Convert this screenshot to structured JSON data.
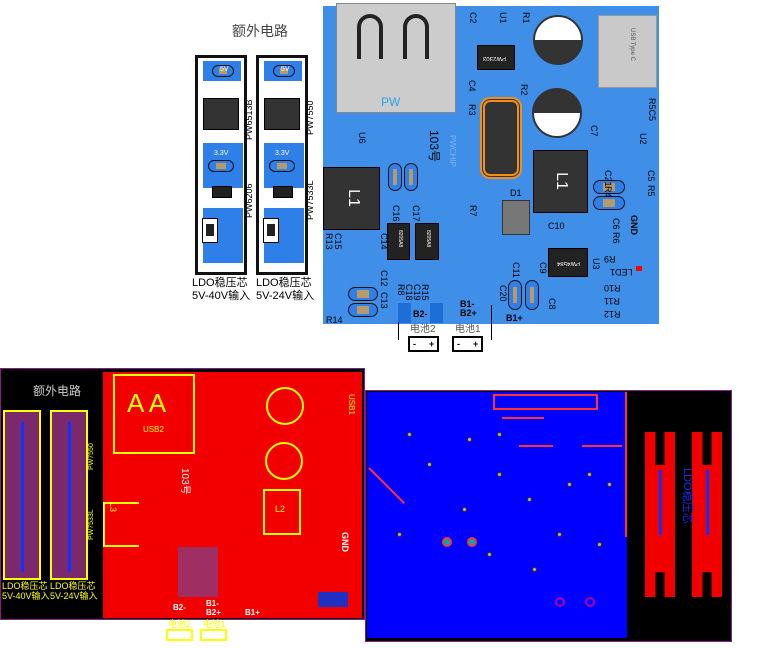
{
  "top_view": {
    "extra_title": "额外电路",
    "ldo_boards": [
      {
        "chip_a": "PW6513B",
        "chip_b": "PW6206",
        "label_line1": "LDO稳压芯",
        "label_line2": "5V-40V输入",
        "pin_5v": "5V",
        "pin_33v": "3.3V"
      },
      {
        "chip_a": "PW7550",
        "chip_b": "PW7533L",
        "label_line1": "LDO稳压芯",
        "label_line2": "5V-24V输入",
        "pin_5v": "5V",
        "pin_33v": "3.3V"
      }
    ],
    "main_board": {
      "usb_a_label": "PW",
      "usb_c_label": "USB Type C",
      "silk_model": "103号",
      "silk_brand": "PWCHIP",
      "chips": [
        "PW2303",
        "8205A8",
        "8205A8",
        "PW4584"
      ],
      "refs": [
        "C2",
        "U1",
        "R1",
        "R2",
        "R3",
        "C4",
        "U6",
        "L1",
        "L1",
        "C16",
        "C17",
        "R7",
        "R13",
        "C15",
        "C14",
        "C12",
        "C13",
        "R14",
        "R8",
        "C18",
        "C19",
        "R15",
        "D1",
        "C10",
        "C6",
        "R6",
        "C21",
        "R4",
        "C5",
        "R5",
        "R5C5",
        "U2",
        "C7",
        "GND",
        "R9",
        "LED1",
        "R10",
        "R11",
        "R12",
        "U3",
        "C11",
        "C9",
        "C20",
        "C8",
        "B2-",
        "B1-",
        "B2+",
        "B1+"
      ],
      "battery_2": "电池2",
      "battery_1": "电池1",
      "minus": "-",
      "plus": "+"
    }
  },
  "pcb_top_layer": {
    "extra_title": "额外电路",
    "usb_a_marks": "A  A",
    "usb2": "USB2",
    "usb1": "USB1",
    "model": "103号",
    "l2": "L2",
    "l3": "L3",
    "gnd": "GND",
    "ldo_labels": [
      {
        "line1": "LDO稳压芯",
        "line2": "5V-40V输入",
        "chip": "PW7550"
      },
      {
        "line1": "LDO稳压芯",
        "line2": "5V-24V输入",
        "chip": "PW7533L"
      }
    ],
    "b2_minus": "B2-",
    "b1_minus": "B1-",
    "b2_plus": "B2+",
    "b1_plus": "B1+",
    "battery_2": "电池2",
    "battery_1": "电池1"
  },
  "pcb_bottom_layer": {
    "ldo_label": "LDO稳压芯"
  },
  "colors": {
    "board_blue": "#3f8fe8",
    "top_copper": "#f20000",
    "bottom_copper": "#0000ff",
    "silk": "#ffff00",
    "outline": "#8a1a8a"
  }
}
